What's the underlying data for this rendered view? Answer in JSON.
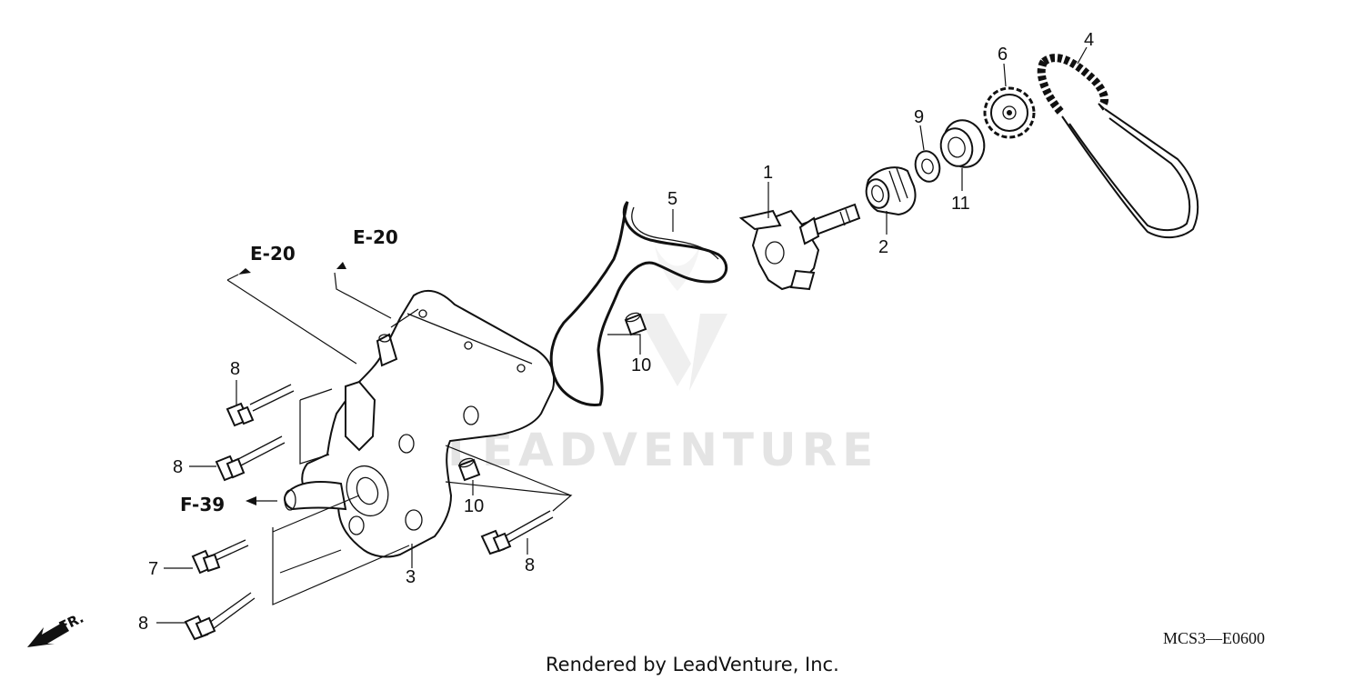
{
  "callouts": {
    "c1": "1",
    "c2": "2",
    "c3": "3",
    "c4": "4",
    "c5": "5",
    "c6": "6",
    "c7": "7",
    "c8a": "8",
    "c8b": "8",
    "c8c": "8",
    "c8d": "8",
    "c9": "9",
    "c10a": "10",
    "c10b": "10",
    "c11": "11"
  },
  "refs": {
    "e20_left": "E-20",
    "e20_right": "E-20",
    "f39": "F-39",
    "fr": "FR."
  },
  "watermark": "LEADVENTURE",
  "diagram_code": "MCS3—E0600",
  "footer": "Rendered by LeadVenture, Inc."
}
